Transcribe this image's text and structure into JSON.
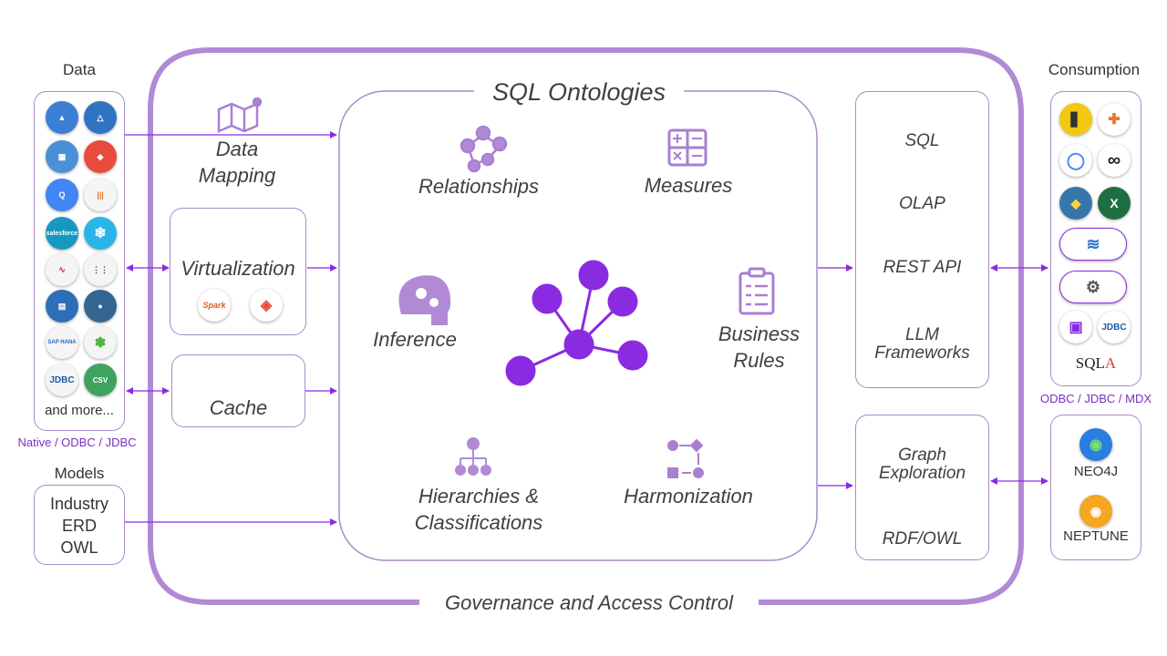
{
  "colors": {
    "accent": "#8a2be2",
    "border": "#a98bc9",
    "governance": "#b18ad6"
  },
  "data_panel": {
    "title": "Data",
    "more": "and more...",
    "footnote": "Native / ODBC / JDBC",
    "logos": [
      "athena-icon",
      "azure-icon",
      "redshift-icon",
      "databricks-icon",
      "bigquery-icon",
      "clickhouse-icon",
      "salesforce-icon",
      "snowflake-icon",
      "sqlserver-icon",
      "teradata-icon",
      "db-cluster-icon",
      "postgres-icon",
      "sap-hana-icon",
      "mongodb-icon",
      "jdbc-icon",
      "csv-icon"
    ],
    "logo_labels": {
      "jdbc": "JDBC",
      "csv": "CSV",
      "sap": "SAP HANA",
      "salesforce": "salesforce"
    }
  },
  "models_panel": {
    "title": "Models",
    "lines": [
      "Industry",
      "ERD",
      "OWL"
    ]
  },
  "left_stack": {
    "data_mapping": [
      "Data",
      "Mapping"
    ],
    "virtualization": "Virtualization",
    "spark": "Spark",
    "cache": "Cache"
  },
  "center": {
    "title": "SQL Ontologies",
    "relationships": "Relationships",
    "measures": "Measures",
    "inference": "Inference",
    "business_rules": [
      "Business",
      "Rules"
    ],
    "hierarchies": [
      "Hierarchies &",
      "Classifications"
    ],
    "harmonization": "Harmonization"
  },
  "right_stack": {
    "sql": "SQL",
    "olap": "OLAP",
    "rest_api": "REST API",
    "llm": [
      "LLM",
      "Frameworks"
    ],
    "graph": [
      "Graph",
      "Exploration"
    ],
    "rdf": "RDF/OWL"
  },
  "consumption": {
    "title": "Consumption",
    "footnote": "ODBC / JDBC / MDX",
    "logos": [
      "powerbi-icon",
      "tableau-icon",
      "looker-icon",
      "infinity-icon",
      "python-icon",
      "excel-icon",
      "mcp-icon",
      "robot-icon",
      "web-icon",
      "jdbc-icon"
    ],
    "jdbc": "JDBC",
    "sqla": [
      "SQL",
      "A"
    ]
  },
  "graph_targets": {
    "neo4j": "NEO4J",
    "neptune": "NEPTUNE"
  },
  "governance": "Governance and Access Control"
}
